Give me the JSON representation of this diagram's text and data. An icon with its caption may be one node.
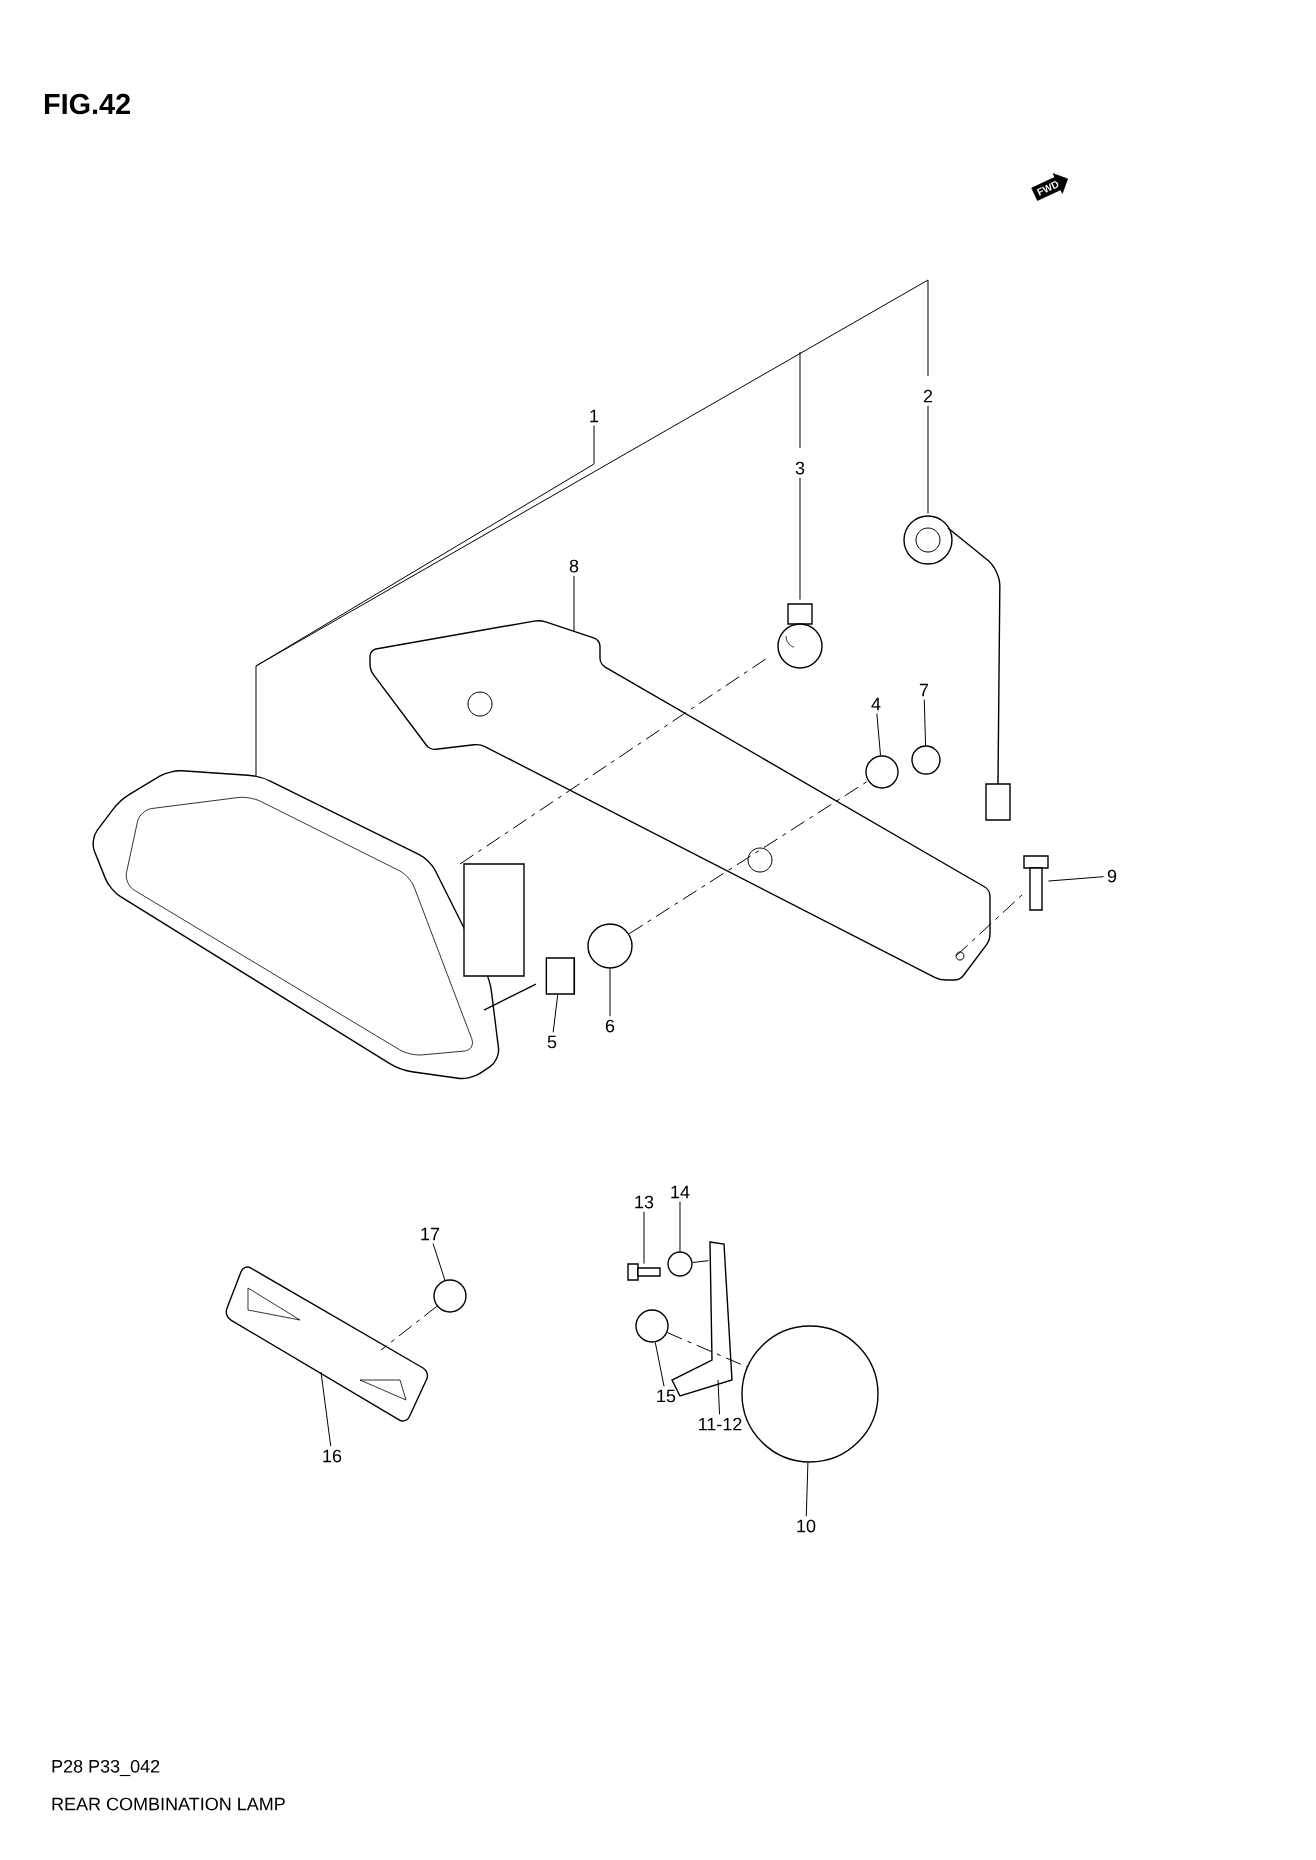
{
  "diagram": {
    "title": "FIG.42",
    "caption": "REAR COMBINATION LAMP",
    "nodes": [
      {
        "text": [
          "1"
        ]
      },
      {
        "text": [
          "2"
        ]
      },
      {
        "text": [
          "3"
        ]
      },
      {
        "text": [
          "8"
        ]
      },
      {
        "text": [
          "4"
        ]
      },
      {
        "text": [
          "7"
        ]
      },
      {
        "text": [
          "9"
        ]
      },
      {
        "text": [
          "5"
        ]
      },
      {
        "text": [
          "6"
        ]
      },
      {
        "text": [
          "17"
        ]
      },
      {
        "text": [
          "13"
        ]
      },
      {
        "text": [
          "14"
        ]
      },
      {
        "text": [
          "15"
        ]
      },
      {
        "text": [
          "11-12"
        ]
      },
      {
        "text": [
          "16"
        ]
      },
      {
        "text": [
          "10"
        ]
      },
      {
        "text": [],
        "shape": "picture"
      },
      {
        "text": [],
        "shape": "picture"
      },
      {
        "text": [],
        "shape": "picture"
      },
      {
        "text": [],
        "shape": "picture"
      },
      {
        "text": [],
        "shape": "circle"
      },
      {
        "text": [],
        "shape": "circle"
      },
      {
        "text": [],
        "shape": "picture"
      },
      {
        "text": [],
        "shape": "cylinder"
      },
      {
        "text": [],
        "shape": "circle"
      },
      {
        "text": [],
        "shape": "circle"
      },
      {
        "text": [],
        "shape": "picture"
      },
      {
        "text": [],
        "shape": "circle"
      },
      {
        "text": [],
        "shape": "circle"
      },
      {
        "text": [],
        "shape": "picture"
      },
      {
        "text": [],
        "shape": "picture"
      },
      {
        "text": [],
        "shape": "circle"
      }
    ],
    "edges": [
      {
        "from": 0,
        "to": 16,
        "arrow": "none"
      },
      {
        "from": 1,
        "to": 17,
        "arrow": "none"
      },
      {
        "from": 2,
        "to": 18,
        "arrow": "none"
      },
      {
        "from": 3,
        "to": 19,
        "arrow": "none"
      },
      {
        "from": 4,
        "to": 20,
        "arrow": "none"
      },
      {
        "from": 5,
        "to": 21,
        "arrow": "none"
      },
      {
        "from": 6,
        "to": 22,
        "arrow": "none"
      },
      {
        "from": 7,
        "to": 23,
        "arrow": "none"
      },
      {
        "from": 8,
        "to": 24,
        "arrow": "none"
      },
      {
        "from": 9,
        "to": 25,
        "arrow": "none"
      },
      {
        "from": 10,
        "to": 26,
        "arrow": "none"
      },
      {
        "from": 11,
        "to": 27,
        "arrow": "none"
      },
      {
        "from": 12,
        "to": 28,
        "arrow": "none"
      },
      {
        "from": 13,
        "to": 29,
        "arrow": "none"
      },
      {
        "from": 14,
        "to": 30,
        "arrow": "none"
      },
      {
        "from": 15,
        "to": 31,
        "arrow": "none"
      },
      {
        "from": 16,
        "to": 18,
        "arrow": "none",
        "style": "dashed"
      },
      {
        "from": 24,
        "to": 20,
        "arrow": "none",
        "style": "dashed"
      },
      {
        "from": 19,
        "to": 22,
        "arrow": "none",
        "style": "dashed"
      },
      {
        "from": 25,
        "to": 30,
        "arrow": "none",
        "style": "dashed"
      },
      {
        "from": 28,
        "to": 31,
        "arrow": "none",
        "style": "dashed"
      },
      {
        "from": 27,
        "to": 29,
        "arrow": "none",
        "style": "dashed"
      }
    ],
    "labels": [
      "FWD",
      "P28 P33_042"
    ]
  }
}
